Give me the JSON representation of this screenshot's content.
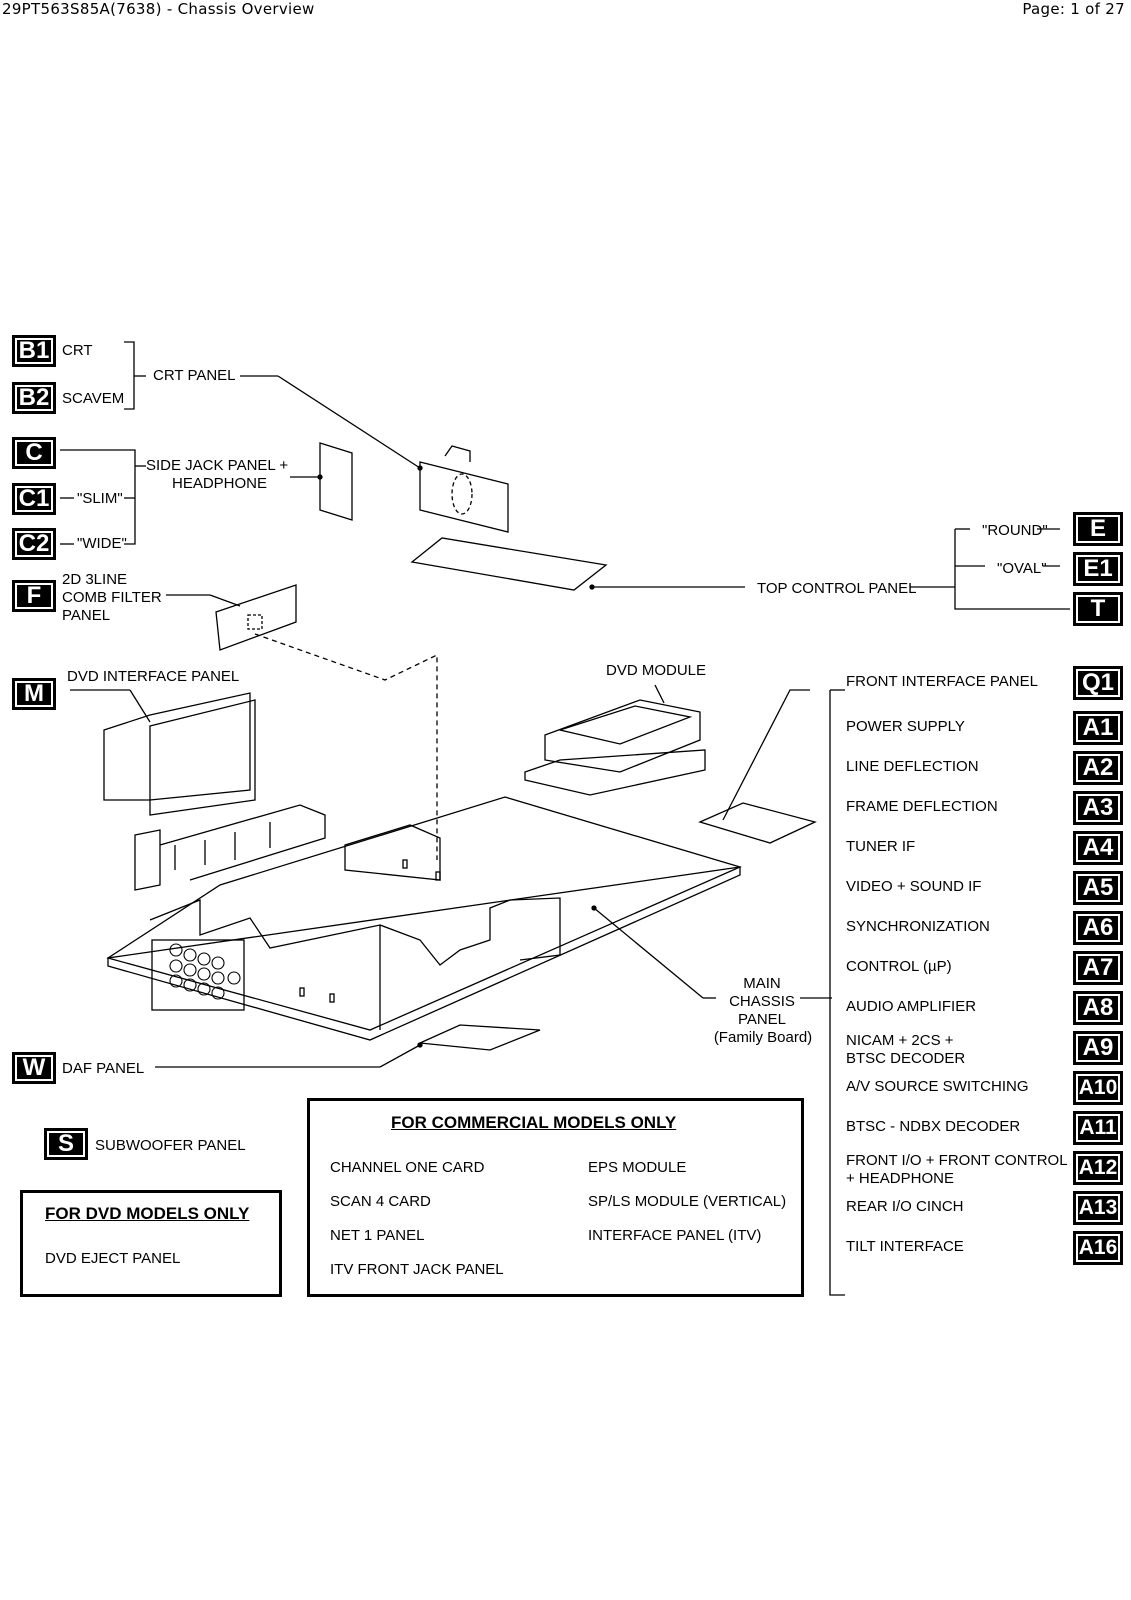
{
  "header": {
    "title": "29PT563S85A(7638) -  Chassis Overview",
    "page": "Page: 1 of 27"
  },
  "left_badges": {
    "B1": "B1",
    "B2": "B2",
    "C": "C",
    "C1": "C1",
    "C2": "C2",
    "F": "F",
    "M": "M",
    "W": "W",
    "S": "S"
  },
  "left_labels": {
    "crt": "CRT",
    "scavem": "SCAVEM",
    "crt_panel": "CRT PANEL",
    "slim": "\"SLIM\"",
    "wide": "\"WIDE\"",
    "side_jack_1": "SIDE JACK PANEL +",
    "side_jack_2": "HEADPHONE",
    "comb_1": "2D 3LINE",
    "comb_2": "COMB FILTER",
    "comb_3": "PANEL",
    "dvd_interface": "DVD INTERFACE PANEL",
    "daf": "DAF PANEL",
    "subwoofer": "SUBWOOFER PANEL"
  },
  "center_labels": {
    "dvd_module": "DVD MODULE",
    "main_1": "MAIN",
    "main_2": "CHASSIS",
    "main_3": "PANEL",
    "main_4": "(Family Board)",
    "top_control": "TOP CONTROL PANEL"
  },
  "top_right": {
    "round": "\"ROUND\"",
    "oval": "\"OVAL\"",
    "E": "E",
    "E1": "E1",
    "T": "T"
  },
  "right_list": [
    {
      "badge": "Q1",
      "label": "FRONT INTERFACE PANEL"
    },
    {
      "badge": "A1",
      "label": "POWER SUPPLY"
    },
    {
      "badge": "A2",
      "label": "LINE DEFLECTION"
    },
    {
      "badge": "A3",
      "label": "FRAME DEFLECTION"
    },
    {
      "badge": "A4",
      "label": "TUNER IF"
    },
    {
      "badge": "A5",
      "label": "VIDEO + SOUND IF"
    },
    {
      "badge": "A6",
      "label": "SYNCHRONIZATION"
    },
    {
      "badge": "A7",
      "label": "CONTROL (µP)"
    },
    {
      "badge": "A8",
      "label": "AUDIO AMPLIFIER"
    },
    {
      "badge": "A9",
      "label": "NICAM + 2CS +",
      "label2": "BTSC DECODER"
    },
    {
      "badge": "A10",
      "label": "A/V SOURCE SWITCHING"
    },
    {
      "badge": "A11",
      "label": "BTSC - NDBX DECODER"
    },
    {
      "badge": "A12",
      "label": "FRONT I/O + FRONT CONTROL",
      "label2": "+ HEADPHONE"
    },
    {
      "badge": "A13",
      "label": "REAR I/O CINCH"
    },
    {
      "badge": "A16",
      "label": "TILT INTERFACE"
    }
  ],
  "dvd_box": {
    "title": "FOR DVD MODELS ONLY",
    "item": "DVD EJECT PANEL"
  },
  "commercial_box": {
    "title": "FOR COMMERCIAL MODELS ONLY",
    "left": [
      "CHANNEL ONE CARD",
      "SCAN 4 CARD",
      "NET 1 PANEL",
      "ITV FRONT JACK PANEL"
    ],
    "right": [
      "EPS MODULE",
      "SP/LS MODULE (VERTICAL)",
      "INTERFACE PANEL (ITV)"
    ]
  }
}
